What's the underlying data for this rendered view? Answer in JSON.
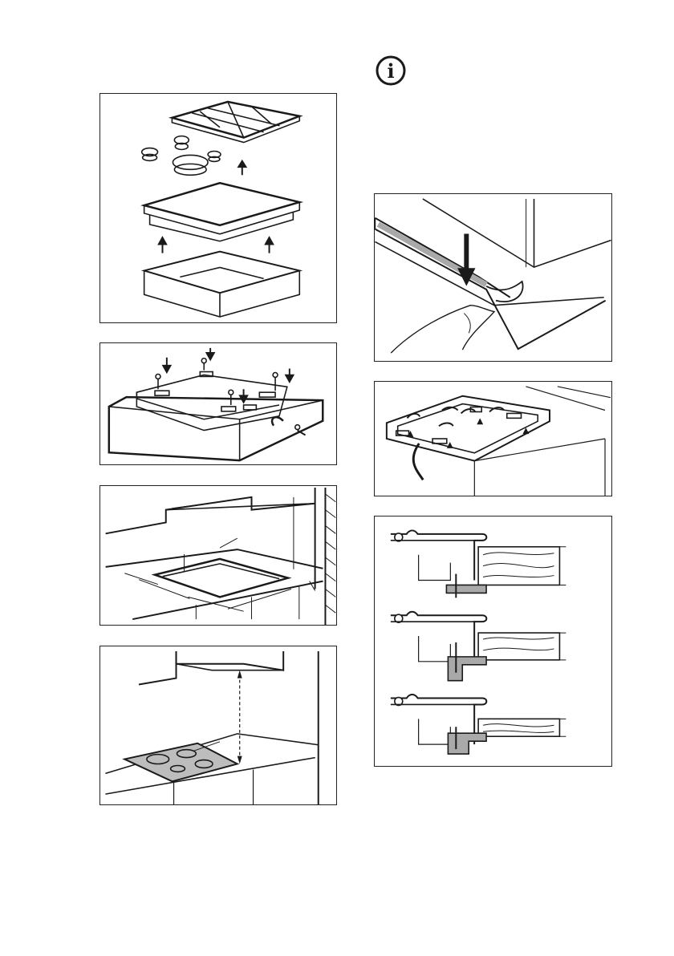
{
  "info_icon": {
    "glyph": "i",
    "icon": "info-circle-icon"
  },
  "figures": [
    {
      "id": "fig-hob-disassembly",
      "icon": "hob-parts-exploded-icon"
    },
    {
      "id": "fig-brackets-screws",
      "icon": "hob-brackets-icon"
    },
    {
      "id": "fig-cutout-dimensions",
      "icon": "cutout-dimensions-icon"
    },
    {
      "id": "fig-hood-distance",
      "icon": "hood-distance-icon"
    },
    {
      "id": "fig-seal-strip",
      "icon": "seal-strip-icon"
    },
    {
      "id": "fig-underside-clips",
      "icon": "underside-clips-icon"
    },
    {
      "id": "fig-worktop-thickness",
      "icon": "worktop-thickness-icon"
    }
  ],
  "colors": {
    "line": "#1a1a1a",
    "fill_gray": "#a9a9a9",
    "panel_gray": "#bdbdbd"
  }
}
